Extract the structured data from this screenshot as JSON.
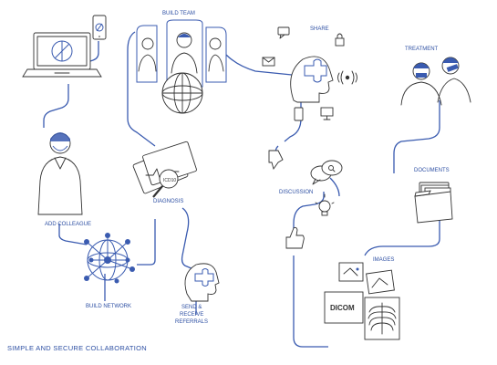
{
  "labels": {
    "build_team": "BUILD TEAM",
    "share": "SHARE",
    "treatment": "TREATMENT",
    "documents": "DOCUMENTS",
    "discussion": "DISCUSSION",
    "diagnosis": "DIAGNOSIS",
    "add_colleague": "ADD COLLEAGUE",
    "build_network": "BUILD NETWORK",
    "send_receive_1": "SEND &",
    "send_receive_2": "RECEIVE",
    "send_receive_3": "REFERRALS",
    "images": "IMAGES",
    "dicom": "DICOM",
    "icd10": "ICD10",
    "title": "SIMPLE AND SECURE COLLABORATION"
  },
  "colors": {
    "accent": "#3a5bb0",
    "ink": "#333333"
  },
  "icons": [
    "laptop-icon",
    "phone-icon",
    "team-icon",
    "globe-icon",
    "head-puzzle-icon",
    "chat-icon",
    "email-icon",
    "lock-icon",
    "broadcast-icon",
    "tablet-icon",
    "monitor-icon",
    "thumbs-down-icon",
    "thumbs-up-icon",
    "lightbulb-icon",
    "folder-icon",
    "xray-icon",
    "magnifier-icon",
    "network-icon"
  ]
}
